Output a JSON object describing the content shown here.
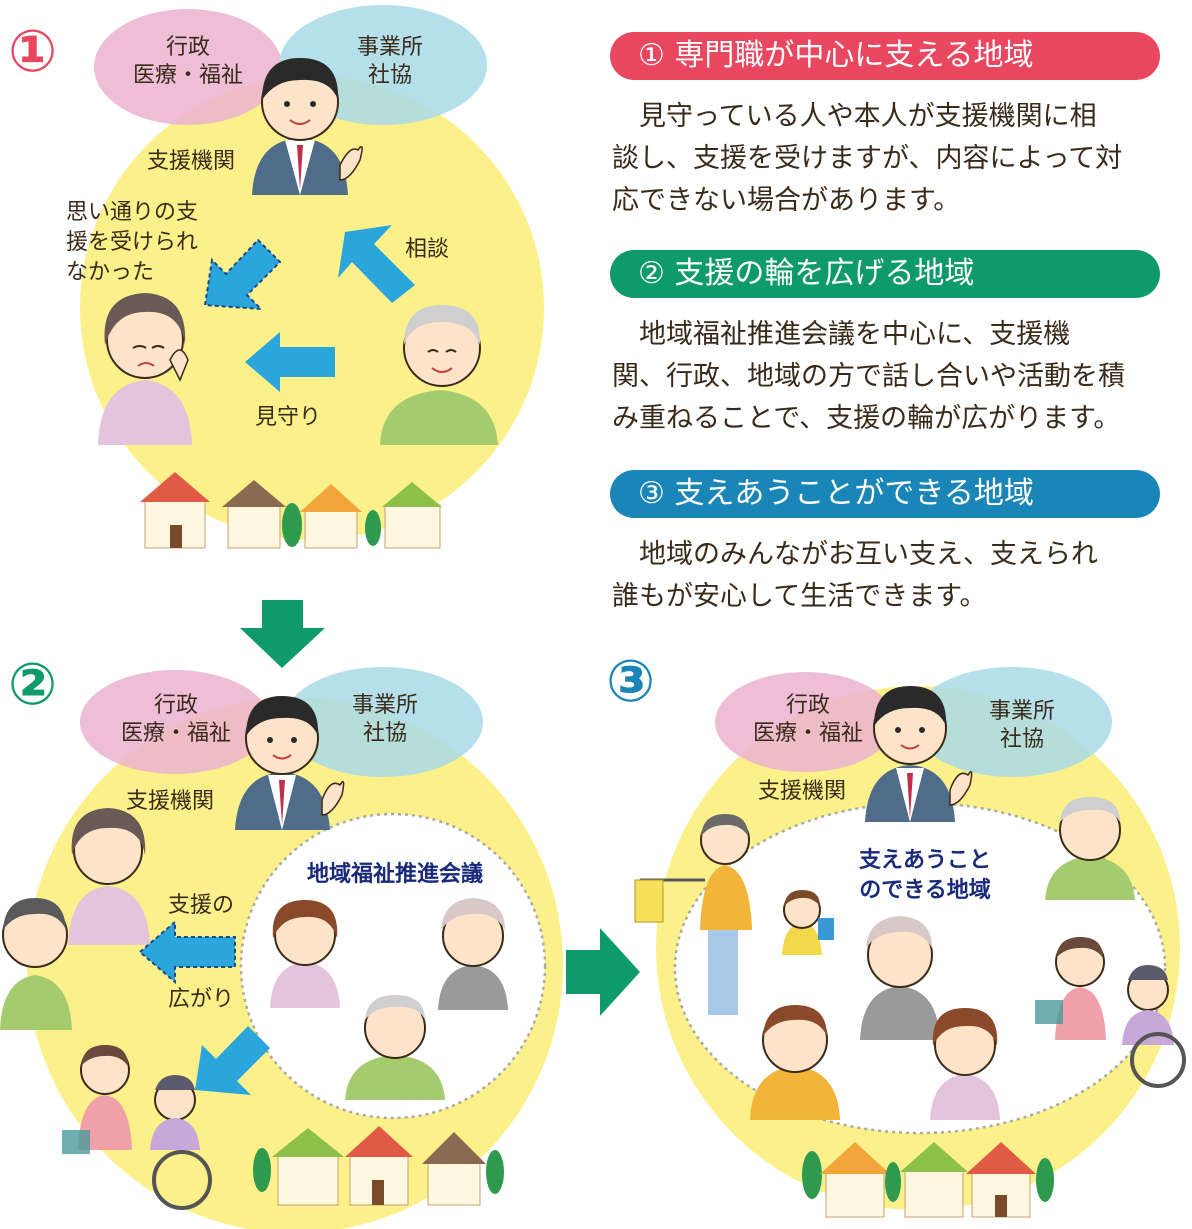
{
  "colors": {
    "yellow_circle": "#fbf08a",
    "pink_bubble": "#eab3cf",
    "blue_bubble": "#a8dbe8",
    "red_pill": "#e8475f",
    "green_pill": "#0e9a6b",
    "blue_pill": "#1a86b8",
    "arrow_blue": "#2aa6dc",
    "arrow_green": "#0e9a6b",
    "navy_text": "#1a2a7a"
  },
  "panel1": {
    "number": "①",
    "bubble_left_line1": "行政",
    "bubble_left_line2": "医療・福祉",
    "bubble_right_line1": "事業所",
    "bubble_right_line2": "社協",
    "support_org": "支援機関",
    "not_received_line1": "思い通りの支",
    "not_received_line2": "援を受けられ",
    "not_received_line3": "なかった",
    "consult": "相談",
    "watch": "見守り"
  },
  "panel2": {
    "number": "②",
    "bubble_left_line1": "行政",
    "bubble_left_line2": "医療・福祉",
    "bubble_right_line1": "事業所",
    "bubble_right_line2": "社協",
    "support_org": "支援機関",
    "meeting": "地域福祉推進会議",
    "spread_line1": "支援の",
    "spread_line2": "広がり"
  },
  "panel3": {
    "number": "③",
    "bubble_left_line1": "行政",
    "bubble_left_line2": "医療・福祉",
    "bubble_right_line1": "事業所",
    "bubble_right_line2": "社協",
    "support_org": "支援機関",
    "title_line1": "支えあうこと",
    "title_line2": "のできる地域"
  },
  "sections": [
    {
      "heading": "① 専門職が中心に支える地域",
      "lines": [
        "　見守っている人や本人が支援機関に相",
        "談し、支援を受けますが、内容によって対",
        "応できない場合があります。"
      ]
    },
    {
      "heading": "② 支援の輪を広げる地域",
      "lines": [
        "　地域福祉推進会議を中心に、支援機",
        "関、行政、地域の方で話し合いや活動を積",
        "み重ねることで、支援の輪が広がります。"
      ]
    },
    {
      "heading": "③ 支えあうことができる地域",
      "lines": [
        "　地域のみんながお互い支え、支えられ",
        "誰もが安心して生活できます。"
      ]
    }
  ]
}
